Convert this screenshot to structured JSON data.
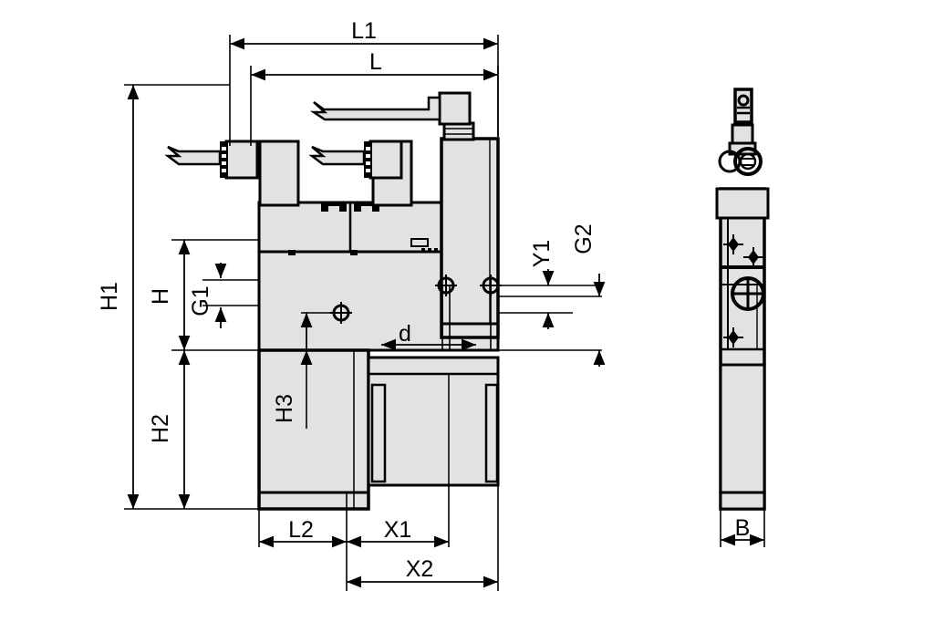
{
  "drawing": {
    "title": "Pneumatic gripper dimensional drawing",
    "type": "technical-drawing",
    "views": [
      {
        "name": "front-view",
        "label": ""
      },
      {
        "name": "side-view",
        "label": ""
      }
    ],
    "line_color": "#000000",
    "fill_color": "#e2e2e2",
    "background": "#ffffff"
  },
  "dimensions": {
    "L1": "L1",
    "L": "L",
    "H1": "H1",
    "H": "H",
    "H2": "H2",
    "H3": "H3",
    "G1": "G1",
    "G2": "G2",
    "Y1": "Y1",
    "d": "d",
    "L2": "L2",
    "X1": "X1",
    "X2": "X2",
    "B": "B"
  }
}
